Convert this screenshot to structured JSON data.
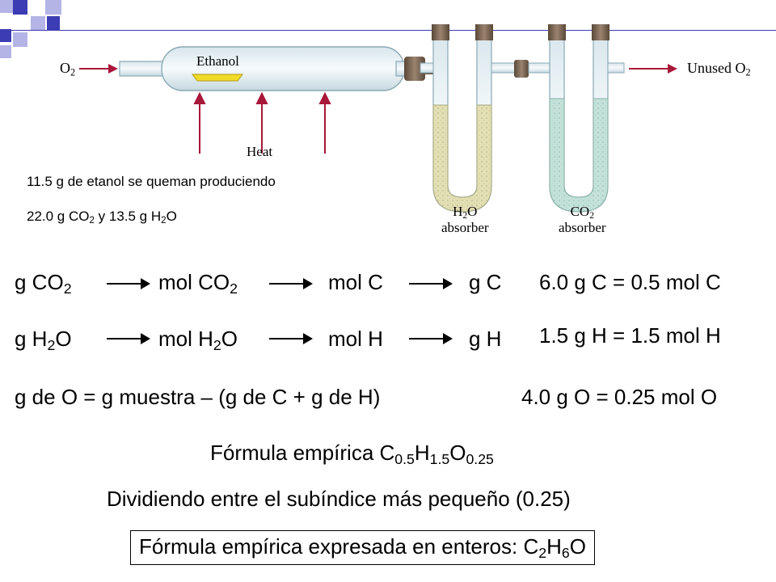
{
  "apparatus": {
    "o2_in": "O",
    "o2_in_sub": "2",
    "ethanol": "Ethanol",
    "heat": "Heat",
    "unused": "Unused O",
    "unused_sub": "2",
    "h2o_absorber_1": "H",
    "h2o_absorber_1_sub": "2",
    "h2o_absorber_1b": "O",
    "h2o_absorber_2": "absorber",
    "co2_absorber_1": "CO",
    "co2_absorber_1_sub": "2",
    "co2_absorber_2": "absorber"
  },
  "statement": {
    "line1": "11.5 g de etanol se queman produciendo",
    "line2_a": "22.0 g CO",
    "line2_a_sub": "2",
    "line2_b": " y 13.5 g H",
    "line2_b_sub": "2",
    "line2_c": "O"
  },
  "row_c": {
    "s1": "g CO",
    "s1_sub": "2",
    "s2": "mol CO",
    "s2_sub": "2",
    "s3": "mol C",
    "s4": "g C",
    "result": "6.0 g C = 0.5 mol C"
  },
  "row_h": {
    "s1a": "g H",
    "s1_sub": "2",
    "s1b": "O",
    "s2a": "mol H",
    "s2_sub": "2",
    "s2b": "O",
    "s3": "mol H",
    "s4": "g H",
    "result": "1.5 g H = 1.5 mol H"
  },
  "row_o": {
    "eq": "g de O = g muestra – (g de C + g de H)",
    "result": "4.0 g O = 0.25 mol O"
  },
  "empirical": {
    "label": "Fórmula empírica  C",
    "c_sub": "0.5",
    "h": "H",
    "h_sub": "1.5",
    "o": "O",
    "o_sub": "0.25"
  },
  "divide": "Dividiendo entre el subíndice más pequeño (0.25)",
  "final": {
    "label": "Fórmula empírica expresada en enteros: C",
    "c_sub": "2",
    "h": "H",
    "h_sub": "6",
    "o": "O"
  },
  "colors": {
    "accent_purple": "#3c3cb4",
    "accent_lilac": "#b4b4e6",
    "arrow_red": "#a8183a",
    "absorber_yellow": "#e2e0b4",
    "absorber_green": "#c4e2da",
    "ethanol_yellow": "#f0dc28"
  }
}
